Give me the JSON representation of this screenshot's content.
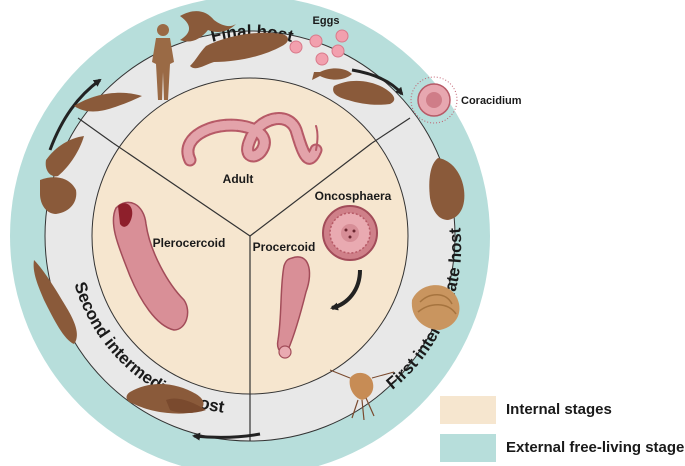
{
  "colors": {
    "outer_ring": "#b7dedb",
    "host_ring": "#e8e8e8",
    "inner_disk": "#f6e6cf",
    "worm": "#d98f97",
    "worm_dark": "#b75a67",
    "animal": "#8a5a3a",
    "human": "#9a6a45",
    "arrow": "#222222"
  },
  "diagram": {
    "hosts": {
      "final": "Final host",
      "first_intermediate": "First intermediate host",
      "second_intermediate": "Second intermediate host"
    },
    "stages": {
      "eggs": "Eggs",
      "coracidium": "Coracidium",
      "adult": "Adult",
      "oncosphaera": "Oncosphaera",
      "procercoid": "Procercoid",
      "plerocercoid": "Plerocercoid"
    }
  },
  "legend": {
    "internal": {
      "label": "Internal stages",
      "color": "#f6e6cf"
    },
    "external": {
      "label": "External free-living stages",
      "color": "#b7dedb"
    }
  }
}
